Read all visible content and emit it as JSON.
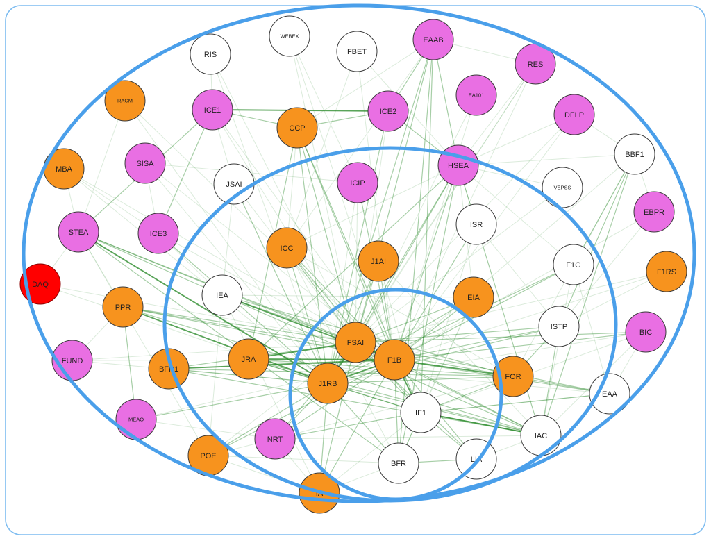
{
  "colors": {
    "edge": "#2A8A2A",
    "ring": "#4A9FEA",
    "frame": "#7DBCF0",
    "node_stroke": "#3A3A3A"
  },
  "nodes": [
    {
      "label": "RIS",
      "fill": "#FFFFFF"
    },
    {
      "label": "WEBEX",
      "fill": "#FFFFFF"
    },
    {
      "label": "FBET",
      "fill": "#FFFFFF"
    },
    {
      "label": "EAAB",
      "fill": "#E96FE3"
    },
    {
      "label": "RES",
      "fill": "#E96FE3"
    },
    {
      "label": "RACM",
      "fill": "#F7931E"
    },
    {
      "label": "ICE1",
      "fill": "#E96FE3"
    },
    {
      "label": "CCP",
      "fill": "#F7931E"
    },
    {
      "label": "ICE2",
      "fill": "#E96FE3"
    },
    {
      "label": "EA101",
      "fill": "#E96FE3"
    },
    {
      "label": "DFLP",
      "fill": "#E96FE3"
    },
    {
      "label": "BBF1",
      "fill": "#FFFFFF"
    },
    {
      "label": "MBA",
      "fill": "#F7931E"
    },
    {
      "label": "SISA",
      "fill": "#E96FE3"
    },
    {
      "label": "JSAI",
      "fill": "#FFFFFF"
    },
    {
      "label": "ICIP",
      "fill": "#E96FE3"
    },
    {
      "label": "HSEA",
      "fill": "#E96FE3"
    },
    {
      "label": "VEPSS",
      "fill": "#FFFFFF"
    },
    {
      "label": "EBPR",
      "fill": "#E96FE3"
    },
    {
      "label": "STEA",
      "fill": "#E96FE3"
    },
    {
      "label": "ICE3",
      "fill": "#E96FE3"
    },
    {
      "label": "ISR",
      "fill": "#FFFFFF"
    },
    {
      "label": "ICC",
      "fill": "#F7931E"
    },
    {
      "label": "J1AI",
      "fill": "#F7931E"
    },
    {
      "label": "F1G",
      "fill": "#FFFFFF"
    },
    {
      "label": "F1RS",
      "fill": "#F7931E"
    },
    {
      "label": "DAQ",
      "fill": "#FF0000"
    },
    {
      "label": "IEA",
      "fill": "#FFFFFF"
    },
    {
      "label": "EIA",
      "fill": "#F7931E"
    },
    {
      "label": "PPR",
      "fill": "#F7931E"
    },
    {
      "label": "ISTP",
      "fill": "#FFFFFF"
    },
    {
      "label": "BIC",
      "fill": "#E96FE3"
    },
    {
      "label": "FSAI",
      "fill": "#F7931E"
    },
    {
      "label": "F1B",
      "fill": "#F7931E"
    },
    {
      "label": "JRA",
      "fill": "#F7931E"
    },
    {
      "label": "FUND",
      "fill": "#E96FE3"
    },
    {
      "label": "BFR1",
      "fill": "#F7931E"
    },
    {
      "label": "J1RB",
      "fill": "#F7931E"
    },
    {
      "label": "FOR",
      "fill": "#F7931E"
    },
    {
      "label": "EAA",
      "fill": "#FFFFFF"
    },
    {
      "label": "IF1",
      "fill": "#FFFFFF"
    },
    {
      "label": "MEAO",
      "fill": "#E96FE3"
    },
    {
      "label": "NRT",
      "fill": "#E96FE3"
    },
    {
      "label": "IAC",
      "fill": "#FFFFFF"
    },
    {
      "label": "POE",
      "fill": "#F7931E"
    },
    {
      "label": "BFR",
      "fill": "#FFFFFF"
    },
    {
      "label": "LIA",
      "fill": "#FFFFFF"
    },
    {
      "label": "IA",
      "fill": "#F7931E"
    }
  ],
  "edges": [
    [
      "FSAI",
      "F1B",
      3
    ],
    [
      "FSAI",
      "J1RB",
      3
    ],
    [
      "J1RB",
      "F1B",
      3
    ],
    [
      "F1B",
      "IF1",
      3
    ],
    [
      "FSAI",
      "IF1",
      2
    ],
    [
      "J1RB",
      "IF1",
      2
    ],
    [
      "JRA",
      "F1B",
      3
    ],
    [
      "JRA",
      "FSAI",
      3
    ],
    [
      "JRA",
      "J1RB",
      2
    ],
    [
      "BFR1",
      "F1B",
      3
    ],
    [
      "BFR1",
      "FSAI",
      2
    ],
    [
      "BFR1",
      "J1RB",
      2
    ],
    [
      "PPR",
      "J1RB",
      3
    ],
    [
      "PPR",
      "FSAI",
      2
    ],
    [
      "PPR",
      "F1B",
      2
    ],
    [
      "STEA",
      "J1RB",
      3
    ],
    [
      "STEA",
      "FSAI",
      2
    ],
    [
      "STEA",
      "IEA",
      2
    ],
    [
      "IEA",
      "F1B",
      3
    ],
    [
      "IEA",
      "FSAI",
      2
    ],
    [
      "IEA",
      "FOR",
      2
    ],
    [
      "ICC",
      "FSAI",
      2
    ],
    [
      "ICC",
      "F1B",
      2
    ],
    [
      "ICC",
      "IF1",
      2
    ],
    [
      "J1AI",
      "F1B",
      2
    ],
    [
      "J1AI",
      "FSAI",
      2
    ],
    [
      "EIA",
      "FSAI",
      2
    ],
    [
      "EIA",
      "F1B",
      2
    ],
    [
      "EIA",
      "J1RB",
      2
    ],
    [
      "FOR",
      "F1B",
      3
    ],
    [
      "FOR",
      "IF1",
      2
    ],
    [
      "FOR",
      "J1RB",
      2
    ],
    [
      "ISTP",
      "FSAI",
      2
    ],
    [
      "ISTP",
      "F1B",
      2
    ],
    [
      "ISTP",
      "J1RB",
      2
    ],
    [
      "F1G",
      "F1B",
      2
    ],
    [
      "F1G",
      "J1RB",
      2
    ],
    [
      "ISR",
      "F1B",
      2
    ],
    [
      "ISR",
      "IF1",
      1
    ],
    [
      "HSEA",
      "FSAI",
      2
    ],
    [
      "HSEA",
      "F1B",
      2
    ],
    [
      "HSEA",
      "J1RB",
      2
    ],
    [
      "HSEA",
      "BFR",
      2
    ],
    [
      "HSEA",
      "JRA",
      2
    ],
    [
      "HSEA",
      "ICC",
      1
    ],
    [
      "HSEA",
      "IAC",
      2
    ],
    [
      "EAAB",
      "FSAI",
      2
    ],
    [
      "EAAB",
      "J1RB",
      2
    ],
    [
      "EAAB",
      "IF1",
      2
    ],
    [
      "EAAB",
      "BFR",
      2
    ],
    [
      "EAAB",
      "ICC",
      1
    ],
    [
      "EAAB",
      "HSEA",
      2
    ],
    [
      "CCP",
      "FSAI",
      2
    ],
    [
      "CCP",
      "F1B",
      2
    ],
    [
      "CCP",
      "J1RB",
      2
    ],
    [
      "CCP",
      "ICC",
      1
    ],
    [
      "ICE1",
      "ICE2",
      3
    ],
    [
      "ICE1",
      "CCP",
      2
    ],
    [
      "CCP",
      "ICE2",
      2
    ],
    [
      "ICE1",
      "ICE3",
      2
    ],
    [
      "ICE1",
      "STEA",
      2
    ],
    [
      "ICE2",
      "J1RB",
      2
    ],
    [
      "ICE2",
      "EAAB",
      2
    ],
    [
      "ICIP",
      "F1B",
      2
    ],
    [
      "ICIP",
      "FSAI",
      1
    ],
    [
      "ICIP",
      "J1RB",
      1
    ],
    [
      "JSAI",
      "J1RB",
      2
    ],
    [
      "JSAI",
      "FSAI",
      1
    ],
    [
      "SISA",
      "J1RB",
      1
    ],
    [
      "SISA",
      "F1B",
      1
    ],
    [
      "ICE3",
      "J1RB",
      2
    ],
    [
      "ICE3",
      "FSAI",
      1
    ],
    [
      "MBA",
      "J1RB",
      1
    ],
    [
      "MBA",
      "F1B",
      1
    ],
    [
      "NRT",
      "F1B",
      2
    ],
    [
      "NRT",
      "FSAI",
      2
    ],
    [
      "NRT",
      "IF1",
      2
    ],
    [
      "NRT",
      "J1RB",
      2
    ],
    [
      "POE",
      "F1B",
      2
    ],
    [
      "POE",
      "J1RB",
      2
    ],
    [
      "POE",
      "FSAI",
      1
    ],
    [
      "POE",
      "IEA",
      1
    ],
    [
      "MEAO",
      "J1RB",
      2
    ],
    [
      "MEAO",
      "PPR",
      2
    ],
    [
      "MEAO",
      "F1B",
      1
    ],
    [
      "BFR",
      "F1B",
      2
    ],
    [
      "BFR",
      "IF1",
      2
    ],
    [
      "BFR",
      "J1RB",
      2
    ],
    [
      "LIA",
      "F1B",
      2
    ],
    [
      "LIA",
      "IF1",
      2
    ],
    [
      "LIA",
      "FSAI",
      2
    ],
    [
      "IAC",
      "F1B",
      2
    ],
    [
      "IAC",
      "IF1",
      2
    ],
    [
      "IAC",
      "J1RB",
      2
    ],
    [
      "IAC",
      "FSAI",
      2
    ],
    [
      "EAA",
      "F1B",
      2
    ],
    [
      "EAA",
      "FSAI",
      2
    ],
    [
      "EAA",
      "IF1",
      1
    ],
    [
      "EAA",
      "JRA",
      1
    ],
    [
      "BIC",
      "FSAI",
      2
    ],
    [
      "BIC",
      "F1B",
      2
    ],
    [
      "BIC",
      "J1RB",
      1
    ],
    [
      "BIC",
      "IF1",
      1
    ],
    [
      "F1RS",
      "F1B",
      1
    ],
    [
      "F1RS",
      "FSAI",
      1
    ],
    [
      "EBPR",
      "F1B",
      1
    ],
    [
      "BBF1",
      "F1G",
      2
    ],
    [
      "BBF1",
      "ISTP",
      2
    ],
    [
      "BBF1",
      "F1B",
      1
    ],
    [
      "BBF1",
      "HSEA",
      1
    ],
    [
      "DFLP",
      "F1B",
      1
    ],
    [
      "DFLP",
      "FSAI",
      1
    ],
    [
      "RES",
      "F1B",
      1
    ],
    [
      "RES",
      "FSAI",
      1
    ],
    [
      "RES",
      "J1RB",
      1
    ],
    [
      "EA101",
      "FSAI",
      1
    ],
    [
      "EA101",
      "F1B",
      1
    ],
    [
      "VEPSS",
      "FSAI",
      1
    ],
    [
      "FBET",
      "F1B",
      1
    ],
    [
      "FBET",
      "ICC",
      1
    ],
    [
      "RIS",
      "J1RB",
      1
    ],
    [
      "RIS",
      "FSAI",
      1
    ],
    [
      "WEBEX",
      "F1B",
      1
    ],
    [
      "WEBEX",
      "FSAI",
      1
    ],
    [
      "RACM",
      "J1RB",
      1
    ],
    [
      "RACM",
      "F1B",
      1
    ],
    [
      "FUND",
      "J1RB",
      1
    ],
    [
      "FUND",
      "F1B",
      1
    ],
    [
      "FUND",
      "FSAI",
      1
    ],
    [
      "DAQ",
      "J1RB",
      1
    ],
    [
      "DAQ",
      "FSAI",
      1
    ],
    [
      "IA",
      "F1B",
      2
    ],
    [
      "IA",
      "J1RB",
      2
    ],
    [
      "IA",
      "FSAI",
      2
    ],
    [
      "IA",
      "IF1",
      1
    ],
    [
      "IA",
      "IEA",
      1
    ],
    [
      "STEA",
      "BFR",
      2
    ],
    [
      "STEA",
      "F1B",
      2
    ],
    [
      "PPR",
      "IAC",
      2
    ],
    [
      "PPR",
      "FOR",
      2
    ],
    [
      "IEA",
      "IAC",
      2
    ],
    [
      "IEA",
      "EIA",
      1
    ],
    [
      "JRA",
      "FOR",
      2
    ],
    [
      "JRA",
      "IAC",
      2
    ],
    [
      "JRA",
      "IF1",
      2
    ],
    [
      "BFR1",
      "IAC",
      2
    ],
    [
      "BFR1",
      "FOR",
      2
    ],
    [
      "NRT",
      "FOR",
      1
    ],
    [
      "NRT",
      "IAC",
      1
    ],
    [
      "ICC",
      "FOR",
      1
    ],
    [
      "J1AI",
      "IAC",
      1
    ],
    [
      "HSEA",
      "F1G",
      1
    ],
    [
      "HSEA",
      "ISR",
      1
    ],
    [
      "ISR",
      "ISTP",
      1
    ],
    [
      "FOR",
      "EAA",
      2
    ],
    [
      "FOR",
      "ISTP",
      2
    ],
    [
      "IF1",
      "IAC",
      3
    ],
    [
      "IF1",
      "EAA",
      2
    ],
    [
      "ISTP",
      "IAC",
      2
    ],
    [
      "ICE1",
      "F1B",
      1
    ],
    [
      "ICE1",
      "FSAI",
      1
    ],
    [
      "ICE2",
      "FSAI",
      1
    ],
    [
      "ICE2",
      "HSEA",
      2
    ],
    [
      "HSEA",
      "EIA",
      1
    ],
    [
      "EAAB",
      "RES",
      1
    ],
    [
      "EAAB",
      "CCP",
      1
    ],
    [
      "RES",
      "HSEA",
      1
    ],
    [
      "DFLP",
      "HSEA",
      1
    ],
    [
      "DFLP",
      "BBF1",
      1
    ],
    [
      "BBF1",
      "IAC",
      2
    ],
    [
      "BBF1",
      "FOR",
      1
    ],
    [
      "F1G",
      "IAC",
      1
    ],
    [
      "F1G",
      "EAA",
      1
    ],
    [
      "STEA",
      "PPR",
      1
    ],
    [
      "STEA",
      "POE",
      1
    ],
    [
      "ICE3",
      "IEA",
      1
    ],
    [
      "SISA",
      "ICE3",
      1
    ],
    [
      "MBA",
      "STEA",
      1
    ],
    [
      "JSAI",
      "IEA",
      1
    ],
    [
      "JSAI",
      "ICE1",
      1
    ],
    [
      "CCP",
      "JRA",
      2
    ],
    [
      "CCP",
      "IF1",
      2
    ],
    [
      "ICC",
      "J1RB",
      2
    ],
    [
      "ICC",
      "BFR",
      1
    ],
    [
      "J1AI",
      "J1RB",
      2
    ],
    [
      "J1AI",
      "IF1",
      1
    ],
    [
      "EIA",
      "IF1",
      1
    ],
    [
      "EIA",
      "BFR",
      1
    ],
    [
      "BIC",
      "EAA",
      1
    ],
    [
      "BIC",
      "IAC",
      1
    ],
    [
      "POE",
      "NRT",
      1
    ],
    [
      "POE",
      "BFR",
      1
    ],
    [
      "MEAO",
      "NRT",
      1
    ],
    [
      "BFR",
      "LIA",
      2
    ],
    [
      "LIA",
      "IAC",
      1
    ],
    [
      "IA",
      "BFR",
      1
    ],
    [
      "IA",
      "NRT",
      1
    ],
    [
      "IA",
      "POE",
      1
    ],
    [
      "SISA",
      "ICIP",
      1
    ],
    [
      "MBA",
      "ICE3",
      1
    ],
    [
      "RIS",
      "ICE1",
      1
    ],
    [
      "WEBEX",
      "ICIP",
      1
    ],
    [
      "FBET",
      "HSEA",
      1
    ],
    [
      "VEPSS",
      "HSEA",
      1
    ],
    [
      "EBPR",
      "ISTP",
      1
    ],
    [
      "F1RS",
      "ISTP",
      1
    ],
    [
      "DAQ",
      "STEA",
      1
    ],
    [
      "FUND",
      "PPR",
      1
    ],
    [
      "RACM",
      "STEA",
      1
    ],
    [
      "EBPR",
      "BBF1",
      1
    ]
  ]
}
